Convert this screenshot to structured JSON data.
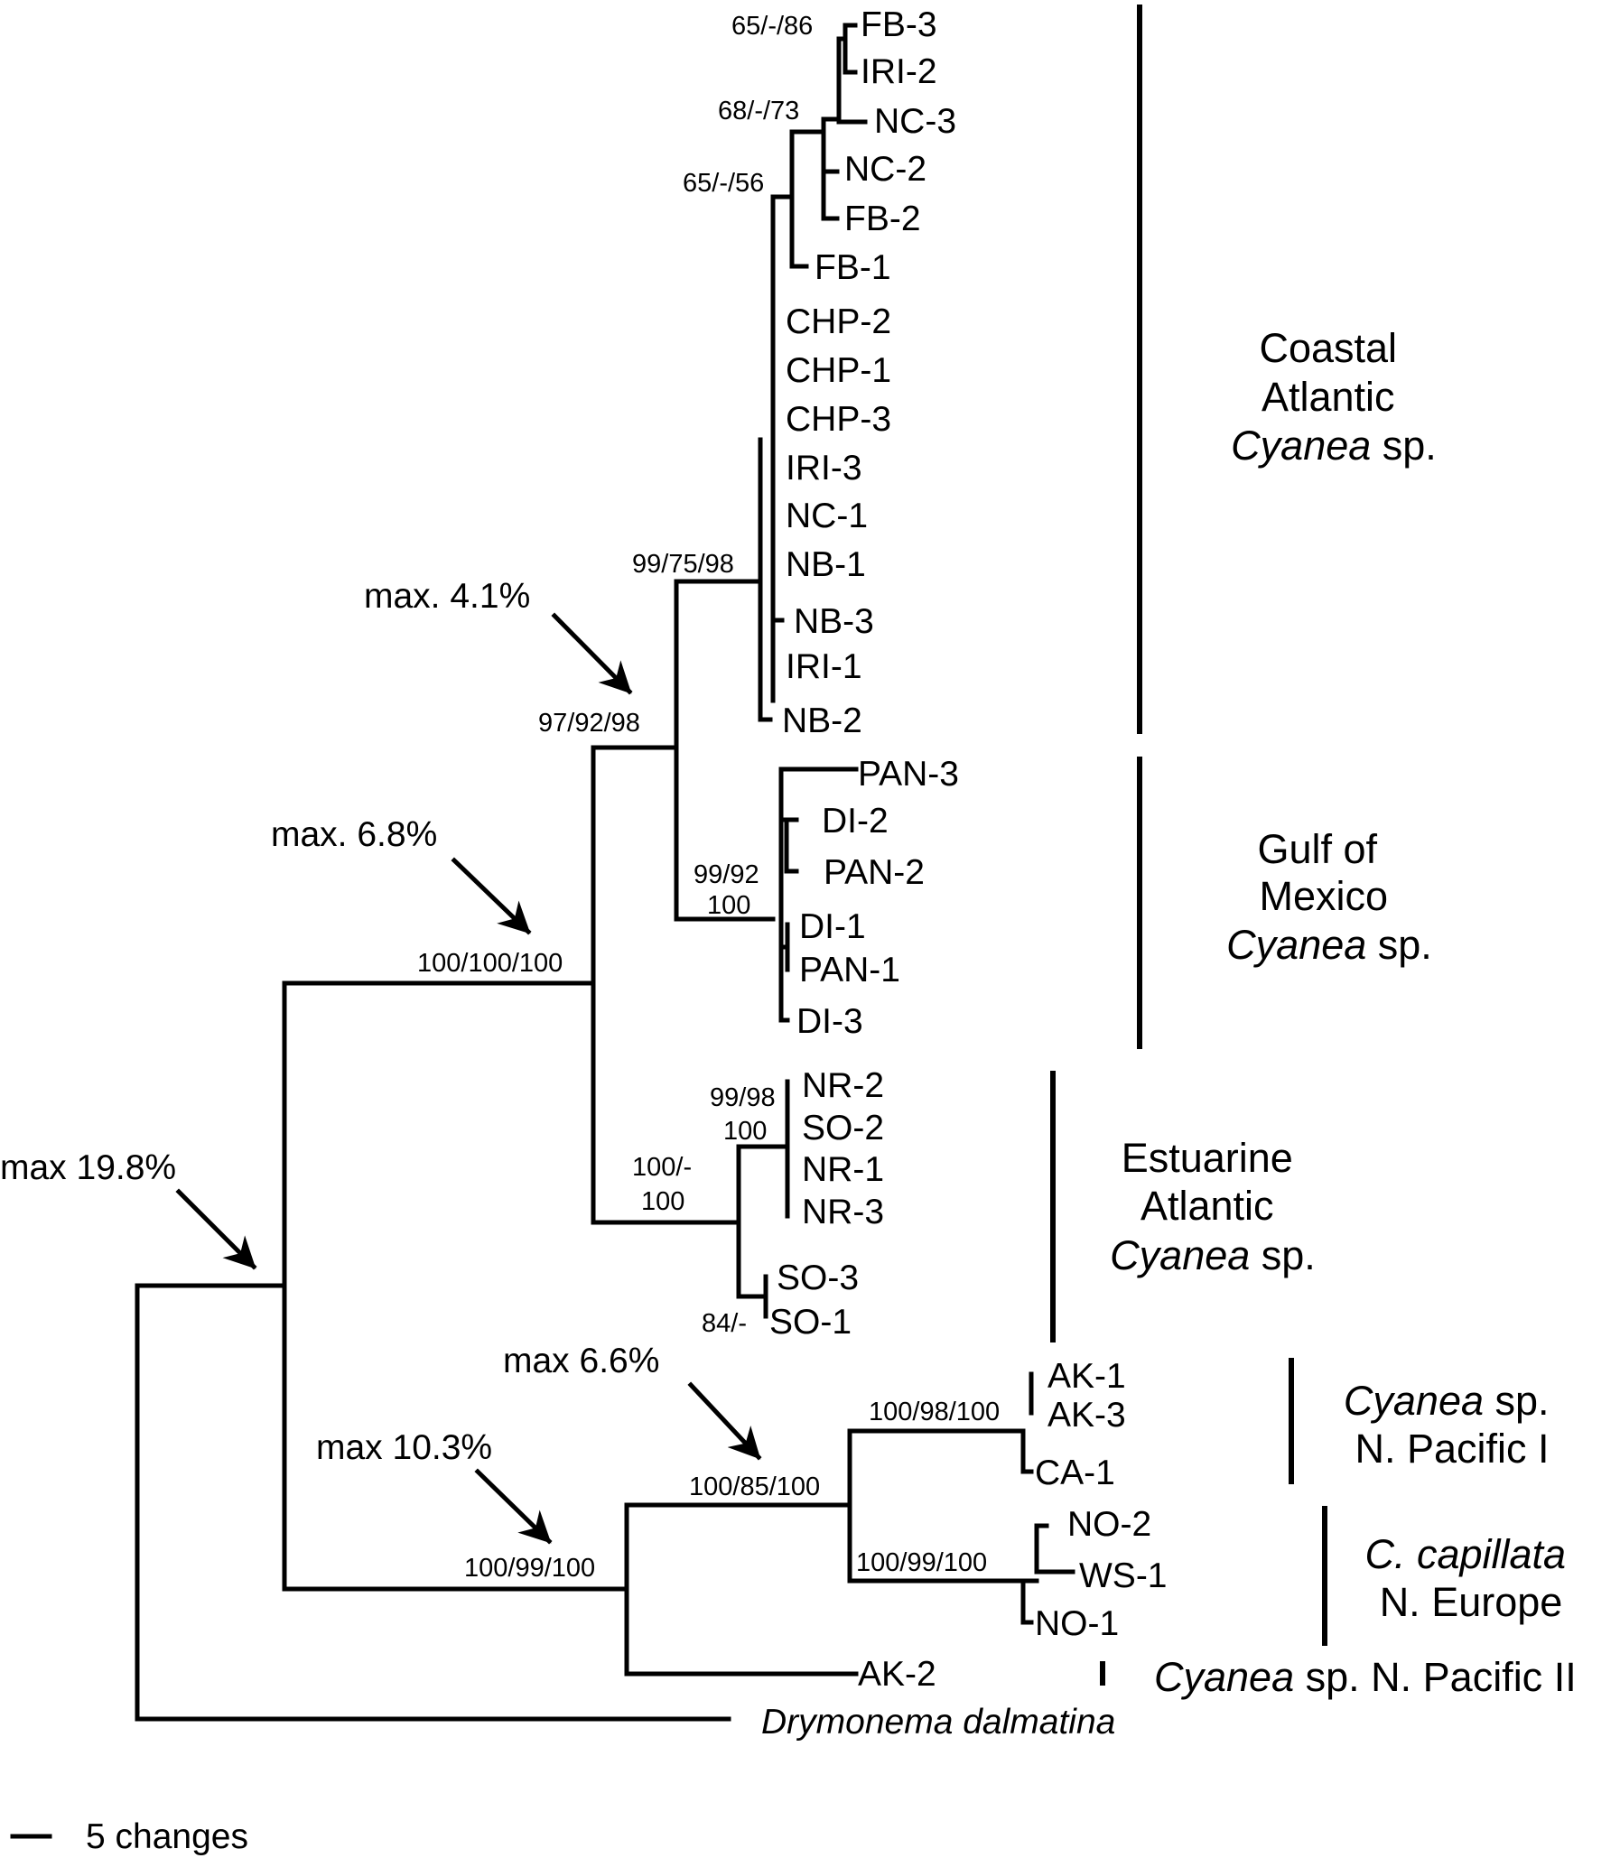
{
  "scale_bar": {
    "label": "5 changes"
  },
  "taxa": {
    "fb3": "FB-3",
    "iri2": "IRI-2",
    "nc3": "NC-3",
    "nc2": "NC-2",
    "fb2": "FB-2",
    "fb1": "FB-1",
    "chp2": "CHP-2",
    "chp1": "CHP-1",
    "chp3": "CHP-3",
    "iri3": "IRI-3",
    "nc1": "NC-1",
    "nb1": "NB-1",
    "nb3": "NB-3",
    "iri1": "IRI-1",
    "nb2": "NB-2",
    "pan3": "PAN-3",
    "di2": "DI-2",
    "pan2": "PAN-2",
    "di1": "DI-1",
    "pan1": "PAN-1",
    "di3": "DI-3",
    "nr2": "NR-2",
    "so2": "SO-2",
    "nr1": "NR-1",
    "nr3": "NR-3",
    "so3": "SO-3",
    "so1": "SO-1",
    "ak1": "AK-1",
    "ak3": "AK-3",
    "ca1": "CA-1",
    "no2": "NO-2",
    "ws1": "WS-1",
    "no1": "NO-1",
    "ak2": "AK-2",
    "outgroup": "Drymonema dalmatina"
  },
  "support": {
    "fb3_iri2": "65/-/86",
    "nc_group": "68/-/73",
    "fb_group": "65/-/56",
    "coastal": "99/75/98",
    "coastal_gulf": "97/92/98",
    "gulf_a": "99/92",
    "gulf_b": "100",
    "atlantic_gulf": "100/100/100",
    "nr_a": "99/98",
    "nr_b": "100",
    "estuarine_a": "100/-",
    "estuarine_b": "100",
    "so": "84/-",
    "pacific1": "100/98/100",
    "pacific_europe": "100/85/100",
    "europe": "100/99/100",
    "pacific_clade": "100/99/100"
  },
  "annotations": {
    "a41": "max. 4.1%",
    "a68": "max. 6.8%",
    "a198": "max 19.8%",
    "a66": "max 6.6%",
    "a103": "max 10.3%"
  },
  "groups": {
    "coastal": {
      "l1": "Coastal",
      "l2": "Atlantic",
      "genus": "Cyanea",
      "suffix": " sp."
    },
    "gulf": {
      "l1": "Gulf of",
      "l2": "Mexico",
      "genus": "Cyanea",
      "suffix": " sp."
    },
    "estuarine": {
      "l1": "Estuarine",
      "l2": "Atlantic",
      "genus": "Cyanea",
      "suffix": " sp."
    },
    "pacific1": {
      "genus": "Cyanea",
      "suffix": " sp.",
      "l2": "N. Pacific I"
    },
    "europe": {
      "genus": "C. capillata",
      "l2": "N. Europe"
    },
    "pacific2": {
      "genus": "Cyanea",
      "suffix": " sp. N. Pacific II"
    }
  }
}
